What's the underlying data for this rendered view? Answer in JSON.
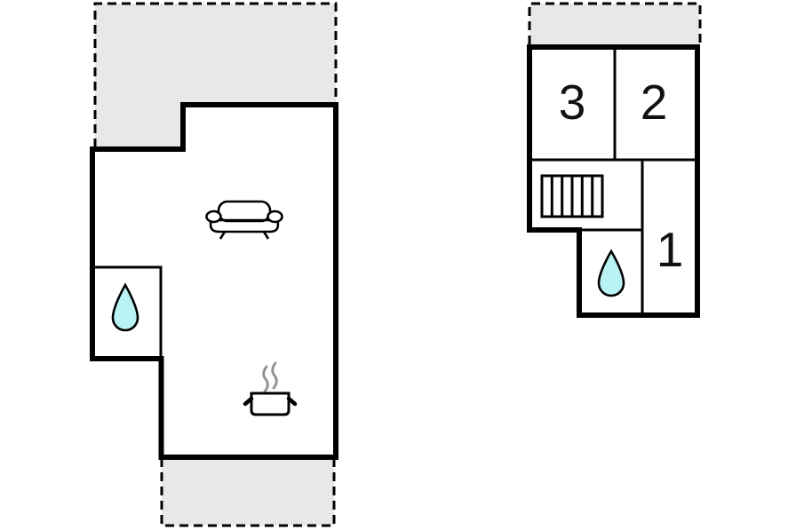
{
  "document": {
    "type": "floor-plan",
    "units": 2
  },
  "colors": {
    "background": "#ffffff",
    "wall": "#000000",
    "terrace_fill": "#e8e8e8",
    "water_fill": "#b9f2f3",
    "steam": "#8f8f8f",
    "label": "#111111"
  },
  "left_unit": {
    "name": "ground-floor",
    "terrace_top": {
      "type": "terrace",
      "style": "dashed-outline-gray"
    },
    "living_room": {
      "icons": [
        "sofa-icon",
        "cooking-pot-icon",
        "steam-icon"
      ]
    },
    "bathroom": {
      "icons": [
        "water-drop-icon"
      ]
    },
    "terrace_bottom": {
      "type": "terrace",
      "style": "dashed-outline-gray"
    }
  },
  "right_unit": {
    "name": "upper-floor",
    "terrace_top": {
      "type": "terrace",
      "style": "dashed-outline-gray"
    },
    "rooms": [
      {
        "label": "3"
      },
      {
        "label": "2"
      },
      {
        "label": "1"
      }
    ],
    "landing": {
      "icons": [
        "stairs-icon"
      ]
    },
    "bathroom": {
      "icons": [
        "water-drop-icon"
      ]
    }
  }
}
